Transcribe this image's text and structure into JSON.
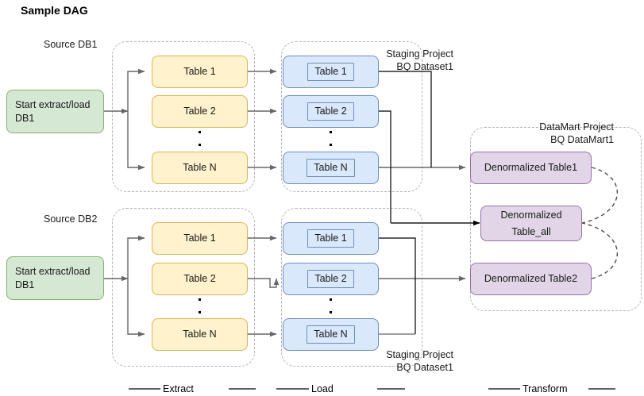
{
  "title": "Sample DAG",
  "groups": {
    "source_db1_label": "Source DB1",
    "source_db2_label": "Source DB2",
    "staging_top_label": "Staging Project\nBQ Dataset1",
    "staging_bottom_label": "Staging Project\nBQ Dataset1",
    "datamart_label": "DataMart Project\nBQ DataMart1"
  },
  "phases": [
    {
      "name": "extract",
      "label": "Extract"
    },
    {
      "name": "load",
      "label": "Load"
    },
    {
      "name": "transform",
      "label": "Transform"
    }
  ],
  "start_nodes": [
    {
      "name": "start-extract-load-db1-top",
      "label": "Start extract/load DB1",
      "color": "#d5e8d4",
      "border": "#82b366"
    },
    {
      "name": "start-extract-load-db1-bottom",
      "label": "Start extract/load DB1",
      "color": "#d5e8d4",
      "border": "#82b366"
    }
  ],
  "extract_top": [
    {
      "label": "Table 1"
    },
    {
      "label": "Table 2"
    },
    {
      "label": "Table N"
    }
  ],
  "extract_bottom": [
    {
      "label": "Table 1"
    },
    {
      "label": "Table 2"
    },
    {
      "label": "Table N"
    }
  ],
  "load_top": [
    {
      "label": "Table 1"
    },
    {
      "label": "Table 2"
    },
    {
      "label": "Table N"
    }
  ],
  "load_bottom": [
    {
      "label": "Table 1"
    },
    {
      "label": "Table 2"
    },
    {
      "label": "Table N"
    }
  ],
  "transform": [
    {
      "name": "denormalized-table1",
      "label": "Denormalized Table1"
    },
    {
      "name": "denormalized-table-all",
      "line1": "Denormalized",
      "line2": "Table_all"
    },
    {
      "name": "denormalized-table2",
      "label": "Denormalized Table2"
    }
  ],
  "colors": {
    "green_fill": "#d5e8d4",
    "green_border": "#82b366",
    "yellow_fill": "#fff2cc",
    "yellow_border": "#d6b656",
    "blue_fill": "#dae8fc",
    "blue_border": "#6c8ebf",
    "purple_fill": "#e1d5e7",
    "purple_border": "#9673a6",
    "group_border": "#b3b3b3",
    "edge": "#666666",
    "edge_dark": "#000000",
    "text": "#1a1a1a"
  }
}
